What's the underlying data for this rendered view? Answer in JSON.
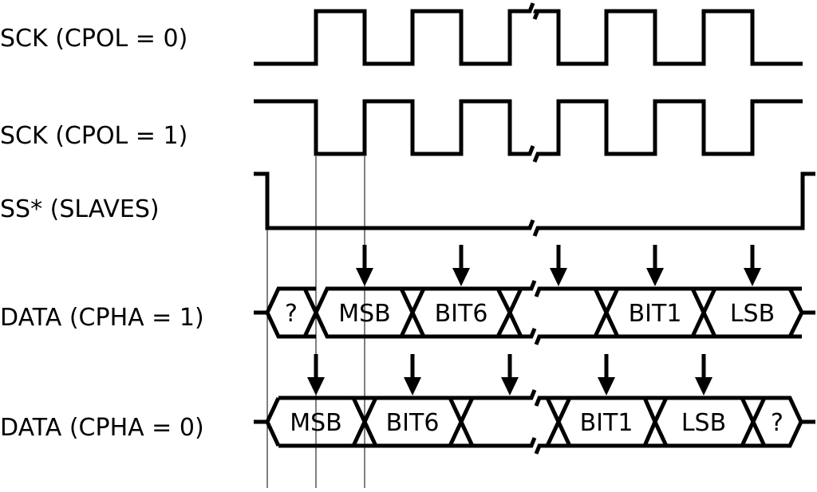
{
  "signals": {
    "sck_cpol0": "SCK (CPOL = 0)",
    "sck_cpol1": "SCK (CPOL = 1)",
    "ss_slaves": "SS* (SLAVES)",
    "data_cpha1": "DATA (CPHA = 1)",
    "data_cpha0": "DATA (CPHA = 0)"
  },
  "data_cpha1_cells": [
    "?",
    "MSB",
    "BIT6",
    "",
    "BIT1",
    "LSB"
  ],
  "data_cpha0_cells": [
    "MSB",
    "BIT6",
    "",
    "BIT1",
    "LSB",
    "?"
  ],
  "colors": {
    "ink": "#000000",
    "background": "#ffffff"
  }
}
